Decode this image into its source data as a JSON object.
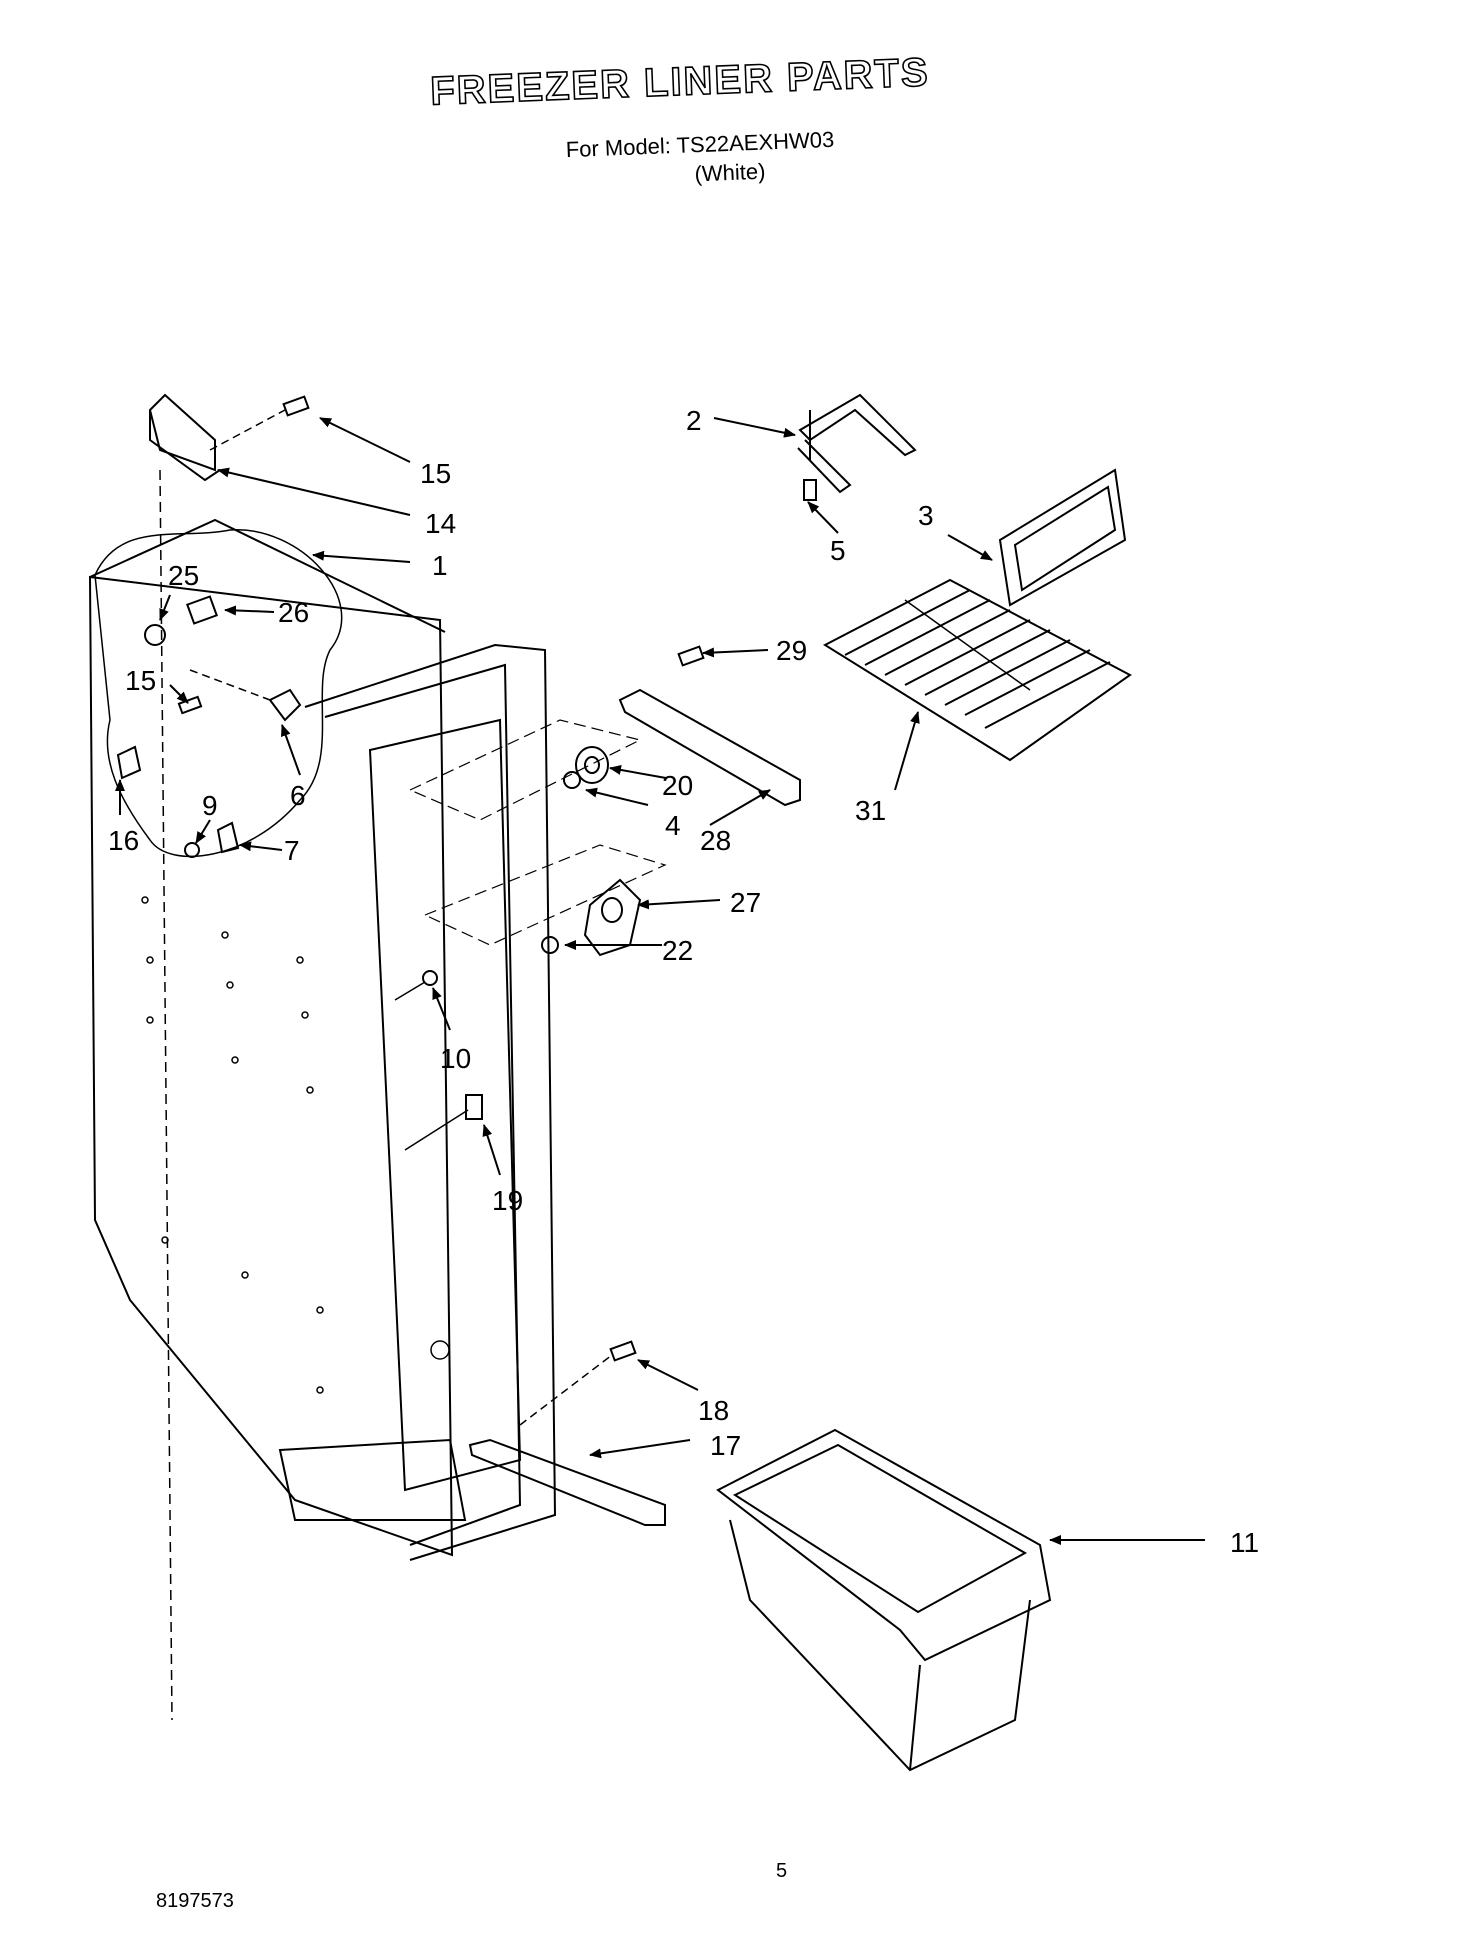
{
  "header": {
    "title": "FREEZER LINER PARTS",
    "model_line": "For Model: TS22AEXHW03",
    "color_note": "(White)"
  },
  "callouts": {
    "c1": "1",
    "c2": "2",
    "c3": "3",
    "c4": "4",
    "c5": "5",
    "c6": "6",
    "c7": "7",
    "c9": "9",
    "c10": "10",
    "c11": "11",
    "c14": "14",
    "c15a": "15",
    "c15b": "15",
    "c16": "16",
    "c17": "17",
    "c18": "18",
    "c19": "19",
    "c20": "20",
    "c22": "22",
    "c25": "25",
    "c26": "26",
    "c27": "27",
    "c28": "28",
    "c29": "29",
    "c31": "31"
  },
  "footer": {
    "page_number": "5",
    "document_number": "8197573"
  }
}
